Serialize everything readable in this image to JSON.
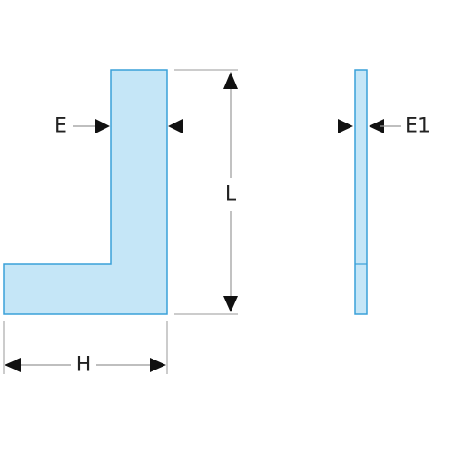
{
  "labels": {
    "E": "E",
    "E1": "E1",
    "L": "L",
    "H": "H"
  },
  "colors": {
    "shape_fill": "#c5e6f7",
    "shape_stroke": "#3aa0d9",
    "dimension_line": "#999999",
    "arrow": "#111111",
    "text": "#222222"
  }
}
